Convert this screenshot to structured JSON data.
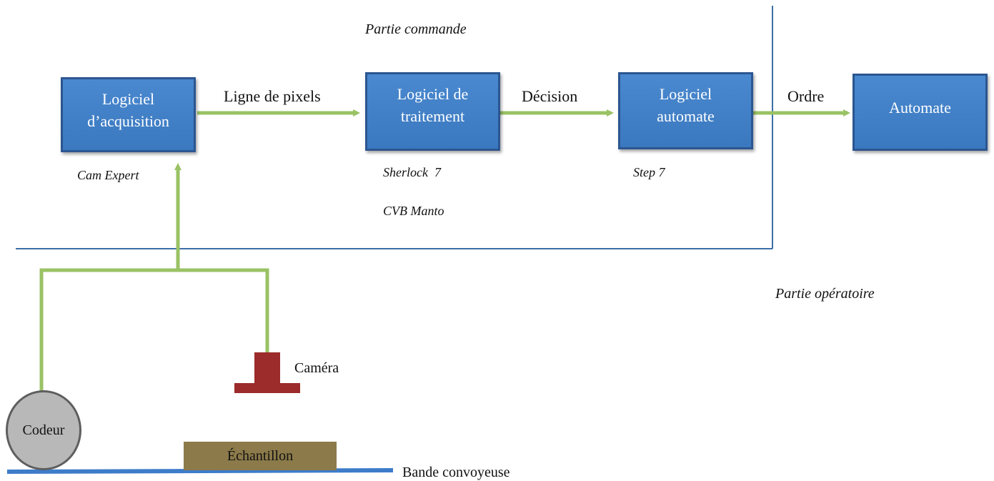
{
  "parts": {
    "commande": "Partie commande",
    "operatoire": "Partie opératoire"
  },
  "boxes": {
    "acquisition": "Logiciel\nd’acquisition",
    "traitement": "Logiciel de\ntraitement",
    "automate_soft": "Logiciel\nautomate",
    "automate": "Automate"
  },
  "flows": {
    "pixels": "Ligne de pixels",
    "decision": "Décision",
    "ordre": "Ordre"
  },
  "software": {
    "cam_expert": "Cam Expert",
    "sherlock": "Sherlock  7",
    "cvb": "CVB Manto",
    "step7": "Step 7"
  },
  "devices": {
    "camera": "Caméra",
    "codeur": "Codeur",
    "echantillon": "Échantillon",
    "bande": "Bande convoyeuse"
  },
  "colors": {
    "box_fill": "#3f7fc7",
    "box_border": "#2b5691",
    "arrow": "#9ac265",
    "boundary": "#3b6ea8",
    "camera": "#9c2b2b",
    "codeur": "#b8b8b8",
    "echantillon": "#8c7a4a",
    "conveyor": "#3d7cc9"
  }
}
